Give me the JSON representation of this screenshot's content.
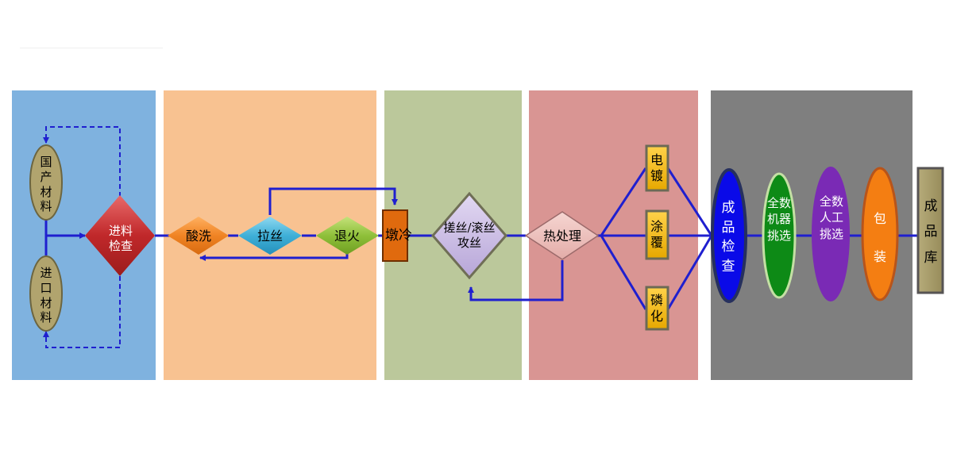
{
  "nodes": {
    "domestic_material": "国产材料",
    "imported_material": "进口材料",
    "incoming_inspection": "进料检查",
    "pickling": "酸洗",
    "wire_drawing": "拉丝",
    "annealing": "退火",
    "cold_heading": "墩冷",
    "thread_rolling": "搓丝/滚丝攻丝",
    "heat_treatment": "热处理",
    "electroplating": "电镀",
    "coating": "涂覆",
    "phosphating": "磷化",
    "final_inspection": "成品检查",
    "full_machine_sorting": "全数机器挑选",
    "full_manual_sorting": "全数人工挑选",
    "packaging": "包装",
    "finished_warehouse": "成品库"
  },
  "colors": {
    "flow_line": "#1f1fcf",
    "panel_receiving": "#7fb2df",
    "panel_wire": "#f8c291",
    "panel_forming": "#bbc89b",
    "panel_treatment": "#d99593",
    "panel_finishing": "#7f7f7f"
  }
}
